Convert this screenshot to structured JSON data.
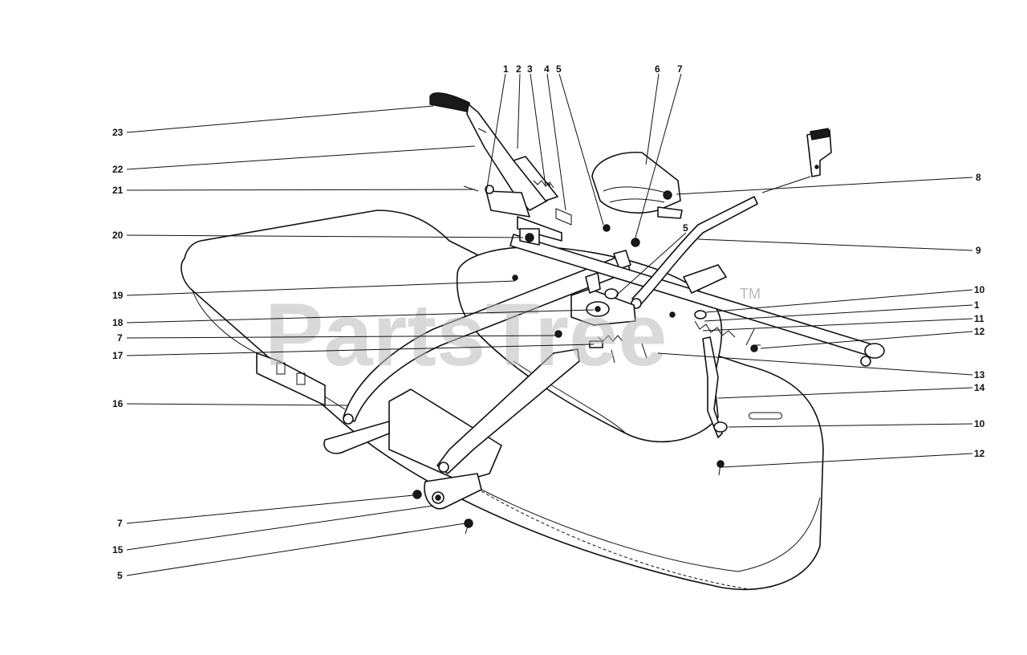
{
  "diagram": {
    "callouts": [
      {
        "id": "c1a",
        "label": "1"
      },
      {
        "id": "c2",
        "label": "2"
      },
      {
        "id": "c3",
        "label": "3"
      },
      {
        "id": "c4",
        "label": "4"
      },
      {
        "id": "c5a",
        "label": "5"
      },
      {
        "id": "c6",
        "label": "6"
      },
      {
        "id": "c7a",
        "label": "7"
      },
      {
        "id": "c8",
        "label": "8"
      },
      {
        "id": "c9",
        "label": "9"
      },
      {
        "id": "c5b",
        "label": "5"
      },
      {
        "id": "c10a",
        "label": "10"
      },
      {
        "id": "c1b",
        "label": "1"
      },
      {
        "id": "c11",
        "label": "11"
      },
      {
        "id": "c12a",
        "label": "12"
      },
      {
        "id": "c13",
        "label": "13"
      },
      {
        "id": "c14",
        "label": "14"
      },
      {
        "id": "c10b",
        "label": "10"
      },
      {
        "id": "c12b",
        "label": "12"
      },
      {
        "id": "c23",
        "label": "23"
      },
      {
        "id": "c22",
        "label": "22"
      },
      {
        "id": "c21",
        "label": "21"
      },
      {
        "id": "c20",
        "label": "20"
      },
      {
        "id": "c19",
        "label": "19"
      },
      {
        "id": "c18",
        "label": "18"
      },
      {
        "id": "c7b",
        "label": "7"
      },
      {
        "id": "c17",
        "label": "17"
      },
      {
        "id": "c16",
        "label": "16"
      },
      {
        "id": "c7c",
        "label": "7"
      },
      {
        "id": "c15",
        "label": "15"
      },
      {
        "id": "c5c",
        "label": "5"
      }
    ]
  },
  "watermark": {
    "text": "PartsTree",
    "trademark": "TM"
  }
}
